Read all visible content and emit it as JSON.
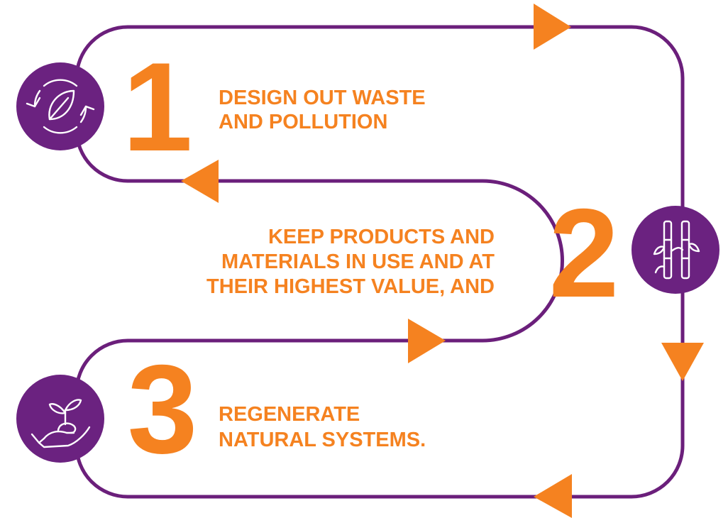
{
  "colors": {
    "loop": "#6b1f7b",
    "accent": "#f58220",
    "icon_bg": "#6b2280",
    "icon_stroke": "#ffffff"
  },
  "steps": [
    {
      "number": "1",
      "lines": [
        "DESIGN OUT WASTE",
        "AND POLLUTION"
      ],
      "icon": "leaf-cycle-icon"
    },
    {
      "number": "2",
      "lines": [
        "KEEP PRODUCTS AND",
        "MATERIALS IN USE AND AT",
        "THEIR HIGHEST VALUE, AND"
      ],
      "icon": "bamboo-icon"
    },
    {
      "number": "3",
      "lines": [
        "REGENERATE",
        "NATURAL SYSTEMS."
      ],
      "icon": "hand-seedling-icon"
    }
  ]
}
